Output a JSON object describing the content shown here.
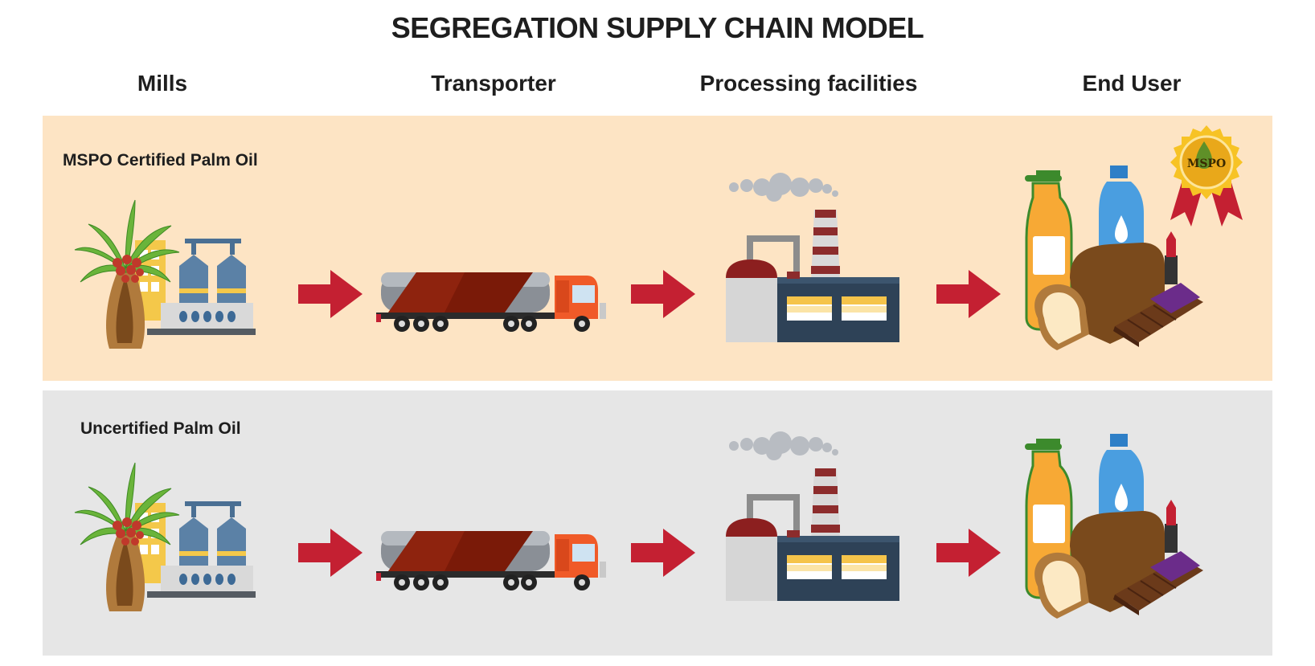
{
  "title": "SEGREGATION SUPPLY CHAIN MODEL",
  "columns": {
    "mills": "Mills",
    "transporter": "Transporter",
    "processing": "Processing facilities",
    "end_user": "End User"
  },
  "rows": [
    {
      "label": "MSPO Certified Palm Oil",
      "background": "#fde4c4",
      "certified": true
    },
    {
      "label": "Uncertified Palm Oil",
      "background": "#e6e6e6",
      "certified": false
    }
  ],
  "medal": {
    "text": "MSPO"
  },
  "colors": {
    "arrow": "#c42032",
    "tanker_stripe": "#7a1a08",
    "cab": "#f05a28",
    "factory_body": "#2e4257",
    "oil_bottle": "#f7a935",
    "water_bottle": "#2e7fc7",
    "medal": "#f7c325",
    "ribbon": "#c42032"
  },
  "icons": [
    "palm-mill-icon",
    "tanker-truck-icon",
    "factory-icon",
    "consumer-products-icon",
    "mspo-medal-icon",
    "flow-arrow-icon"
  ]
}
